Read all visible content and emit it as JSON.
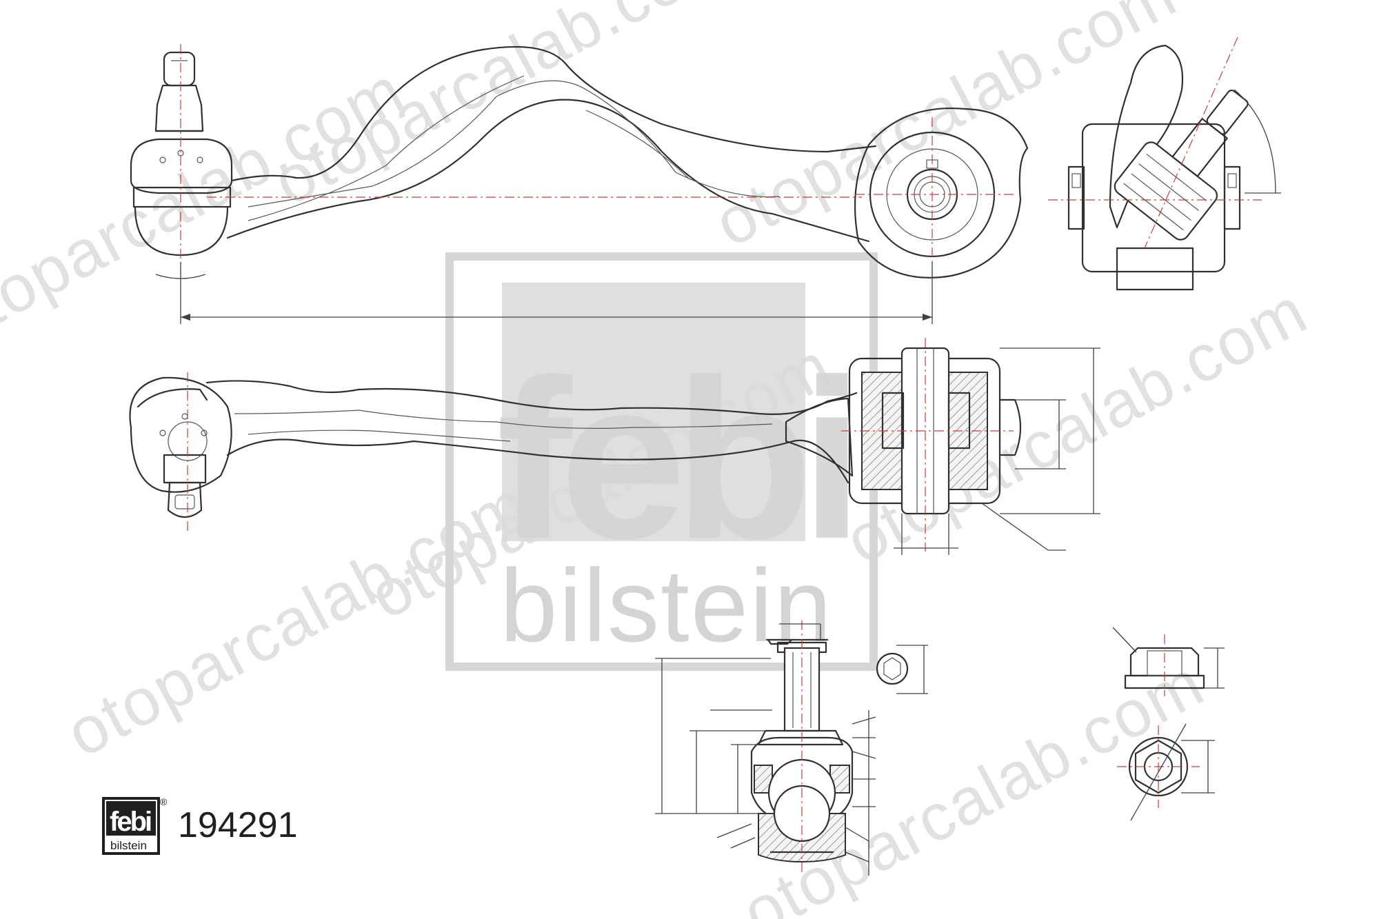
{
  "brand": {
    "logo_main": "febi",
    "logo_sub": "bilstein",
    "registered_mark": "®"
  },
  "part_number": "194291",
  "watermark": {
    "text": "otoparcalab.com"
  },
  "colors": {
    "line": "#303030",
    "centerline": "#c83c3c",
    "logo_grey": "#d4d4d4",
    "watermark": "#e1e1e1"
  },
  "views": [
    "top-view-control-arm",
    "side-view-control-arm",
    "end-view-ball-joint",
    "bushing-section",
    "ball-joint-section",
    "stud-end-detail",
    "nut-side-view",
    "nut-top-view"
  ]
}
